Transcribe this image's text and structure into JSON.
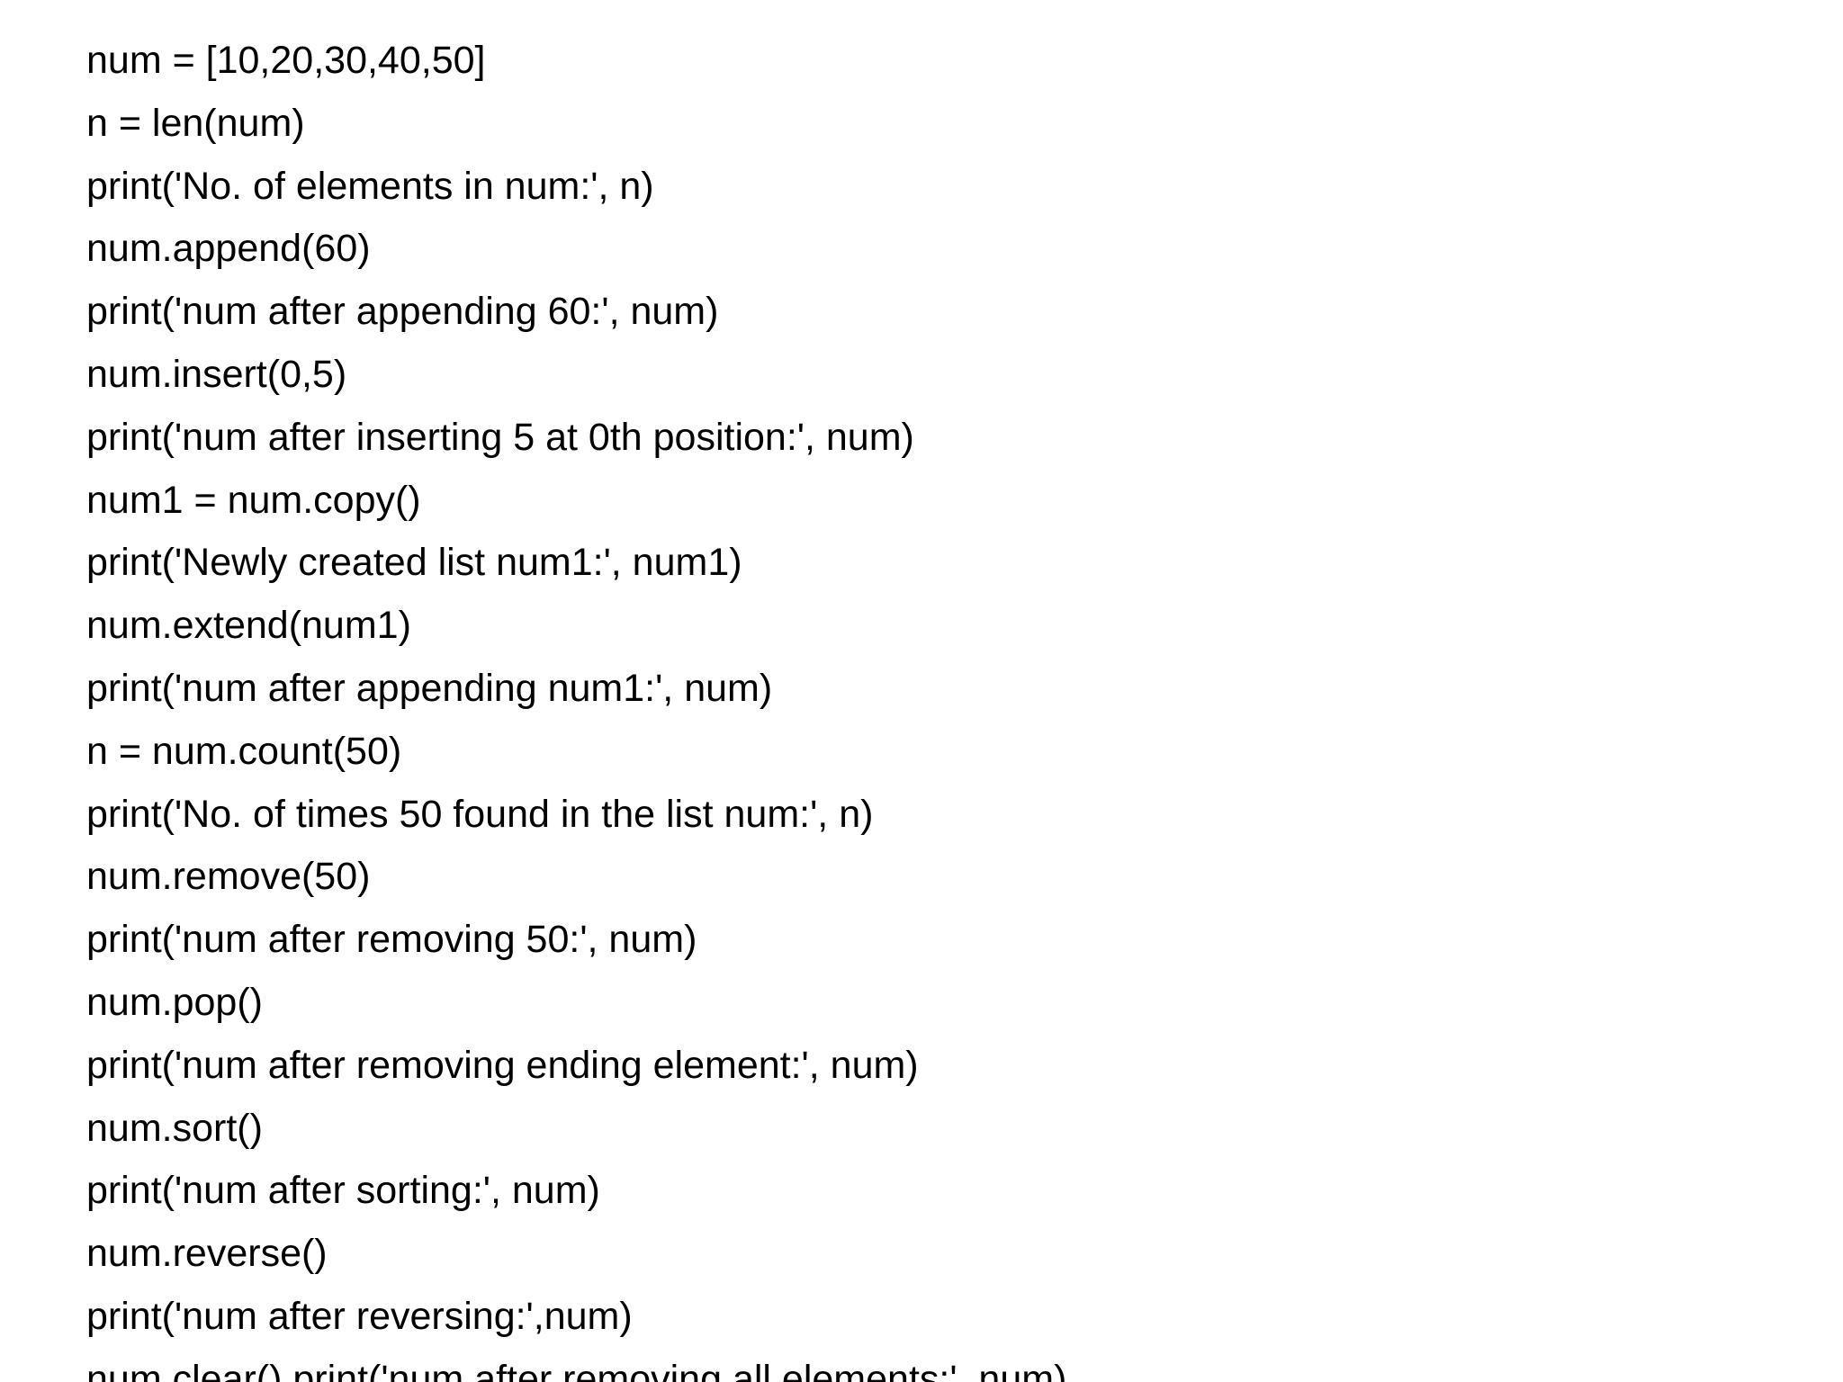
{
  "document": {
    "lines": [
      "num = [10,20,30,40,50]",
      "n = len(num)",
      "print('No. of elements in num:', n)",
      "num.append(60)",
      "print('num after appending 60:', num)",
      "num.insert(0,5)",
      "print('num after inserting 5 at 0th position:', num)",
      "num1 = num.copy()",
      "print('Newly created list num1:', num1)",
      "num.extend(num1)",
      "print('num after appending num1:', num)",
      "n = num.count(50)",
      "print('No. of times 50 found in the list num:', n)",
      "num.remove(50)",
      "print('num after removing 50:', num)",
      "num.pop()",
      "print('num after removing ending element:', num)",
      "num.sort()",
      "print('num after sorting:', num)",
      "num.reverse()",
      "print('num after reversing:',num)",
      "num.clear() print('num after removing all elements:', num)"
    ]
  }
}
